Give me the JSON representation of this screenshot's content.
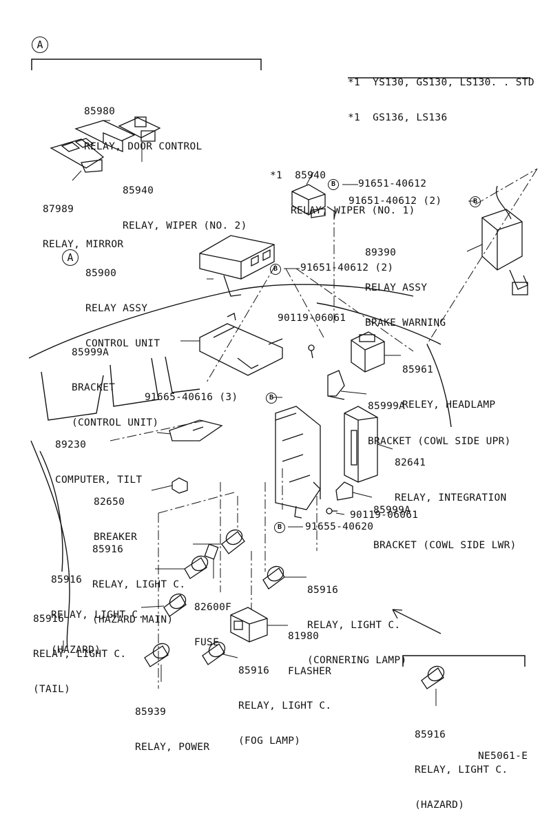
{
  "markers": {
    "a": "A",
    "b": "B"
  },
  "legend": {
    "line1": "*1  YS130, GS130, LS130. . STD",
    "line2": "*1  GS136, LS136"
  },
  "parts": {
    "p85980": {
      "number": "85980",
      "name": "RELAY, DOOR CONTROL"
    },
    "p85940_no2": {
      "number": "85940",
      "name": "RELAY, WIPER (NO. 2)"
    },
    "p87989": {
      "number": "87989",
      "name": "RELAY, MIRROR"
    },
    "p85940_no1": {
      "number": "*1  85940",
      "name": "RELAY, WIPER (NO. 1)"
    },
    "p85900": {
      "number": "85900",
      "name1": "RELAY ASSY",
      "name2": "CONTROL UNIT"
    },
    "p89390": {
      "number": "89390",
      "name1": "RELAY ASSY",
      "name2": "BRAKE WARNING"
    },
    "p85999A_cu": {
      "number": "85999A",
      "name1": "BRACKET",
      "name2": "(CONTROL UNIT)"
    },
    "p85961": {
      "number": "85961",
      "name": "RELEY, HEADLAMP"
    },
    "p85999A_upr": {
      "number": "85999A",
      "name": "BRACKET (COWL SIDE UPR)"
    },
    "p89230": {
      "number": "89230",
      "name": "COMPUTER, TILT"
    },
    "p82641": {
      "number": "82641",
      "name": "RELAY, INTEGRATION"
    },
    "p82650": {
      "number": "82650",
      "name": "BREAKER"
    },
    "p85999A_lwr": {
      "number": "85999A",
      "name": "BRACKET (COWL SIDE LWR)"
    },
    "p85916_hm": {
      "number": "85916",
      "name1": "RELAY, LIGHT C.",
      "name2": "(HAZARD MAIN)"
    },
    "p85916_hz": {
      "number": "85916",
      "name1": "RELAY, LIGHT C.",
      "name2": "(HAZARD)"
    },
    "p82600F": {
      "number": "82600F",
      "name": "FUSE"
    },
    "p85916_cl": {
      "number": "85916",
      "name1": "RELAY, LIGHT C.",
      "name2": "(CORNERING LAMP)"
    },
    "p85916_tl": {
      "number": "85916",
      "name1": "RELAY, LIGHT C.",
      "name2": "(TAIL)"
    },
    "p81980": {
      "number": "81980",
      "name": "FLASHER"
    },
    "p85916_fog": {
      "number": "85916",
      "name1": "RELAY, LIGHT C.",
      "name2": "(FOG LAMP)"
    },
    "p85939": {
      "number": "85939",
      "name": "RELAY, POWER"
    },
    "p85916_hz2": {
      "number": "85916",
      "name1": "RELAY, LIGHT C.",
      "name2": "(HAZARD)"
    }
  },
  "fasteners": {
    "f91651_a": "91651-40612",
    "f91651_b": "91651-40612 (2)",
    "f91651_c": "91651-40612 (2)",
    "f90119_a": "90119-06061",
    "f91665": "91665-40616 (3)",
    "f90119_b": "90119-06061",
    "f91655": "91655-40620"
  },
  "footer": {
    "code": "NE5061-E"
  }
}
